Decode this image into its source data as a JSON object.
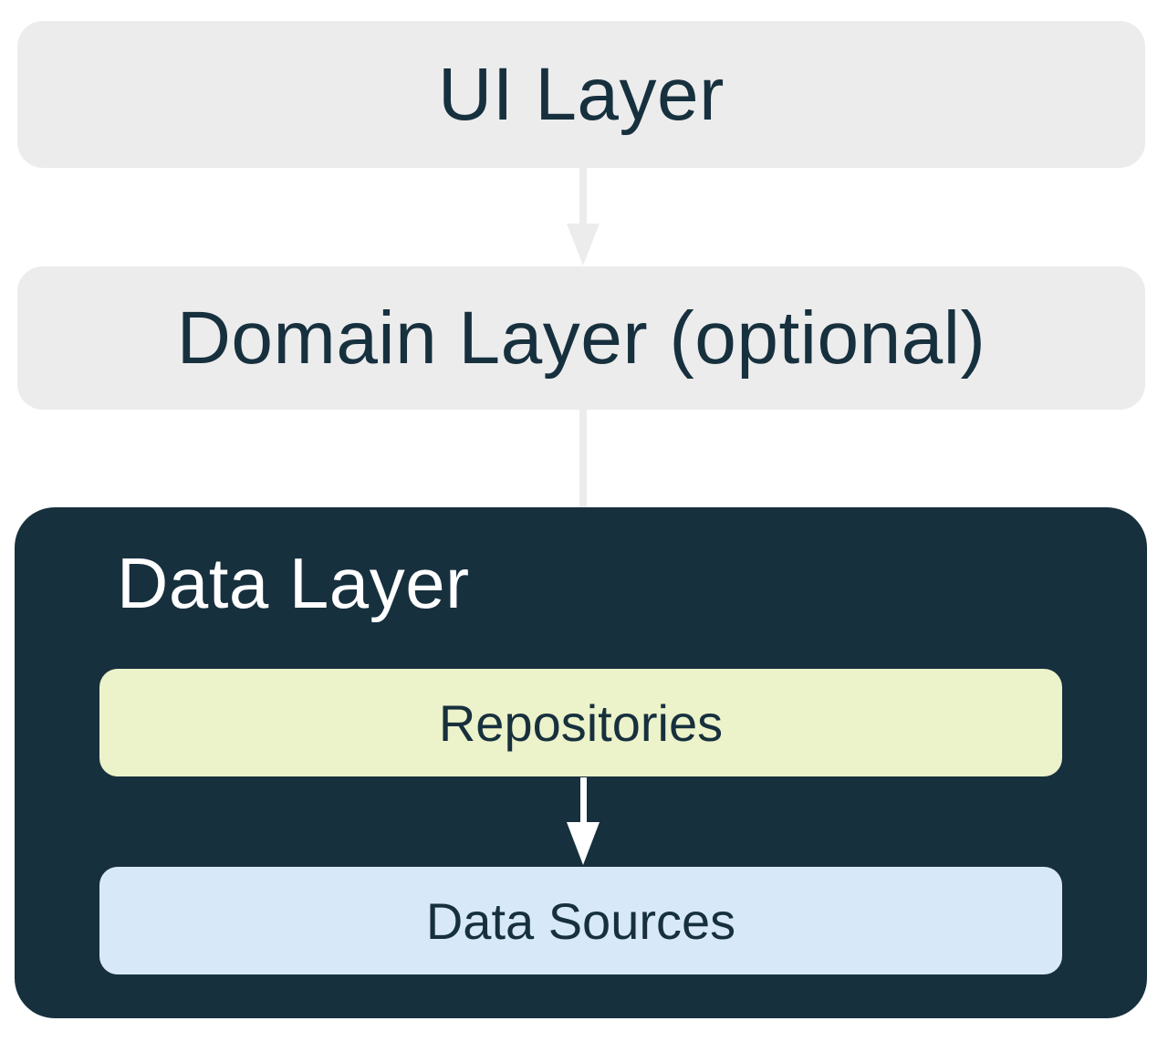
{
  "diagram": {
    "type": "architecture-layers",
    "nodes": {
      "ui_layer": {
        "label": "UI Layer"
      },
      "domain_layer": {
        "label": "Domain Layer (optional)"
      },
      "data_layer": {
        "label": "Data Layer"
      },
      "repositories": {
        "label": "Repositories"
      },
      "data_sources": {
        "label": "Data Sources"
      }
    },
    "edges": [
      {
        "from": "ui_layer",
        "to": "domain_layer"
      },
      {
        "from": "domain_layer",
        "to": "repositories"
      },
      {
        "from": "repositories",
        "to": "data_sources"
      }
    ],
    "colors": {
      "light": "#ECECEC",
      "dark": "#17303E",
      "repo": "#ECF2C9",
      "src": "#D7E9F8",
      "text_dark": "#17303E",
      "text_light": "#FFFFFF",
      "arrow_gray": "#ECECEC",
      "arrow_white": "#FFFFFF"
    }
  }
}
